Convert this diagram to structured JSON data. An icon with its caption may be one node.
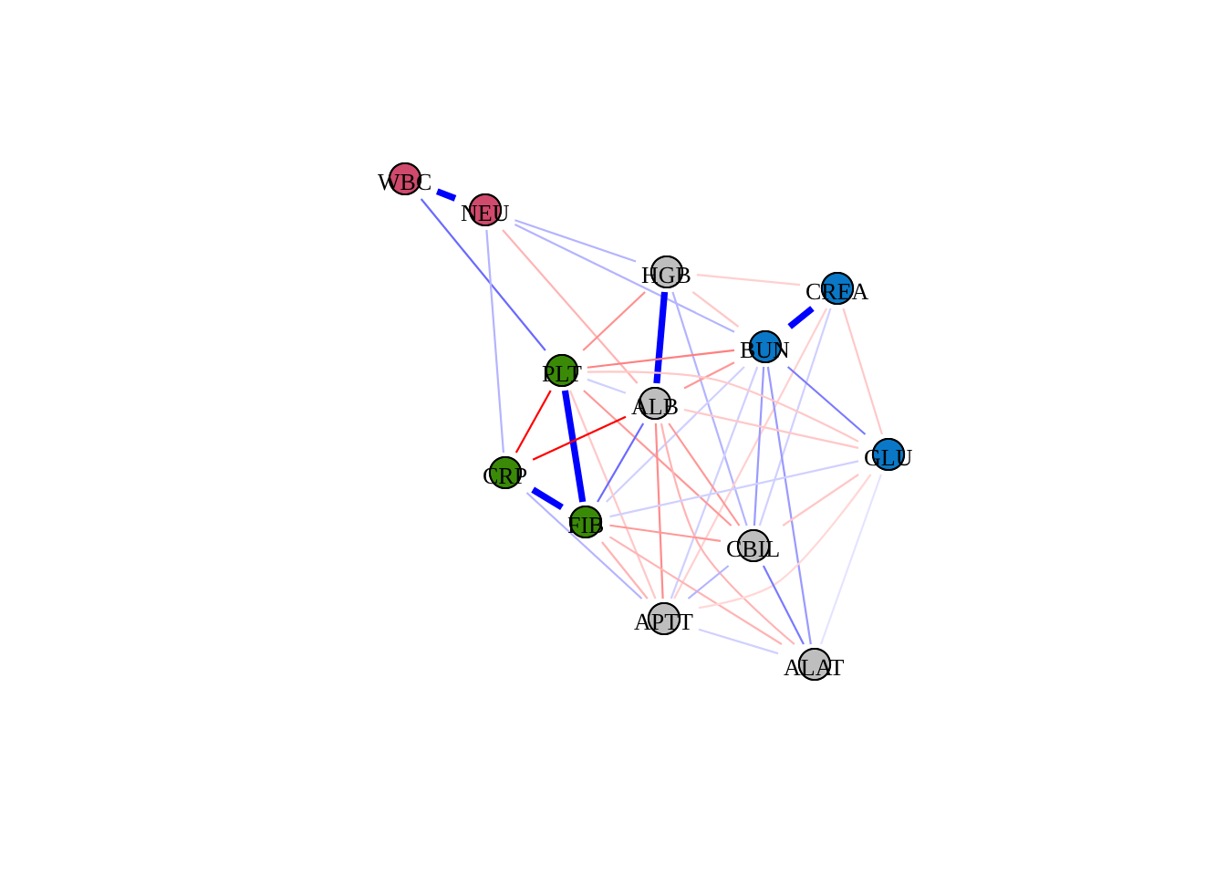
{
  "diagram": {
    "nodes": [
      {
        "text": [
          "WBC"
        ]
      },
      {
        "text": [
          "NEU"
        ]
      },
      {
        "text": [
          "HGB"
        ]
      },
      {
        "text": [
          "CREA"
        ]
      },
      {
        "text": [
          "BUN"
        ]
      },
      {
        "text": [
          "PLT"
        ]
      },
      {
        "text": [
          "ALB"
        ]
      },
      {
        "text": [
          "GLU"
        ]
      },
      {
        "text": [
          "CRP"
        ]
      },
      {
        "text": [
          "FIB"
        ]
      },
      {
        "text": [
          "CBIL"
        ]
      },
      {
        "text": [
          "APTT"
        ]
      },
      {
        "text": [
          "ALAT"
        ]
      }
    ],
    "edges": [
      {
        "from": 0,
        "to": 1,
        "arrow": "none",
        "style": "thick",
        "color": "#0000ff"
      },
      {
        "from": 0,
        "to": 5,
        "arrow": "none",
        "color": "#6a6aff"
      },
      {
        "from": 1,
        "to": 8,
        "arrow": "none",
        "color": "#b4b4ff"
      },
      {
        "from": 1,
        "to": 2,
        "arrow": "none",
        "color": "#b4b4ff"
      },
      {
        "from": 1,
        "to": 4,
        "arrow": "none",
        "color": "#b4b4ff"
      },
      {
        "from": 1,
        "to": 6,
        "arrow": "none",
        "color": "#ffb4b4"
      },
      {
        "from": 2,
        "to": 6,
        "arrow": "none",
        "style": "thick",
        "color": "#0000ff"
      },
      {
        "from": 2,
        "to": 5,
        "arrow": "none",
        "color": "#ff9090"
      },
      {
        "from": 2,
        "to": 3,
        "arrow": "none",
        "color": "#ffd0d0"
      },
      {
        "from": 2,
        "to": 4,
        "arrow": "none",
        "color": "#ffc8c8"
      },
      {
        "from": 2,
        "to": 10,
        "arrow": "none",
        "color": "#b4b4ff"
      },
      {
        "from": 3,
        "to": 4,
        "arrow": "none",
        "style": "thick",
        "color": "#0000ff"
      },
      {
        "from": 3,
        "to": 7,
        "arrow": "none",
        "color": "#ffc8c8"
      },
      {
        "from": 3,
        "to": 11,
        "arrow": "none",
        "color": "#ffd0d0"
      },
      {
        "from": 3,
        "to": 10,
        "arrow": "none"
      },
      {
        "from": 4,
        "to": 5,
        "arrow": "none",
        "color": "#ff8080"
      },
      {
        "from": 4,
        "to": 6,
        "arrow": "none",
        "color": "#ff9898"
      },
      {
        "from": 4,
        "to": 7,
        "arrow": "none",
        "color": "#7a7aff"
      },
      {
        "from": 4,
        "to": 10,
        "arrow": "none",
        "color": "#9a9aff"
      },
      {
        "from": 4,
        "to": 12,
        "arrow": "none",
        "color": "#9a9aff"
      },
      {
        "from": 4,
        "to": 11,
        "arrow": "none"
      },
      {
        "from": 4,
        "to": 9,
        "arrow": "none"
      },
      {
        "from": 5,
        "to": 8,
        "arrow": "none",
        "color": "#ff0000"
      },
      {
        "from": 5,
        "to": 9,
        "arrow": "none",
        "style": "thick",
        "color": "#0000ff"
      },
      {
        "from": 5,
        "to": 7,
        "arrow": "none",
        "color": "#ffc8c8"
      },
      {
        "from": 5,
        "to": 10,
        "arrow": "none",
        "color": "#ff9898"
      },
      {
        "from": 5,
        "to": 11,
        "arrow": "none",
        "color": "#ffc8c8"
      },
      {
        "from": 5,
        "to": 6,
        "arrow": "none"
      },
      {
        "from": 6,
        "to": 8,
        "arrow": "none",
        "color": "#ff0000"
      },
      {
        "from": 6,
        "to": 9,
        "arrow": "none",
        "color": "#6a6aff"
      },
      {
        "from": 6,
        "to": 11,
        "arrow": "none",
        "color": "#ff8c8c"
      },
      {
        "from": 6,
        "to": 10,
        "arrow": "none",
        "color": "#ff9898"
      },
      {
        "from": 6,
        "to": 12,
        "arrow": "none",
        "color": "#ffb4b4"
      },
      {
        "from": 6,
        "to": 7,
        "arrow": "none",
        "color": "#ffc8c8"
      },
      {
        "from": 8,
        "to": 9,
        "arrow": "none",
        "style": "thick",
        "color": "#0000ff"
      },
      {
        "from": 8,
        "to": 11,
        "arrow": "none",
        "color": "#b4b4ff"
      },
      {
        "from": 9,
        "to": 10,
        "arrow": "none",
        "color": "#ff9898"
      },
      {
        "from": 9,
        "to": 11,
        "arrow": "none",
        "color": "#ffb4b4"
      },
      {
        "from": 9,
        "to": 12,
        "arrow": "none",
        "color": "#ffb4b4"
      },
      {
        "from": 9,
        "to": 7,
        "arrow": "none"
      },
      {
        "from": 7,
        "to": 10,
        "arrow": "none",
        "color": "#ffc8c8"
      },
      {
        "from": 7,
        "to": 11,
        "arrow": "none",
        "color": "#ffd8d8"
      },
      {
        "from": 7,
        "to": 12,
        "arrow": "none",
        "color": "#e4e4ff"
      },
      {
        "from": 10,
        "to": 11,
        "arrow": "none",
        "color": "#b4b4ff"
      },
      {
        "from": 10,
        "to": 12,
        "arrow": "none",
        "color": "#7a7aff"
      },
      {
        "from": 11,
        "to": 12,
        "arrow": "none"
      }
    ]
  }
}
